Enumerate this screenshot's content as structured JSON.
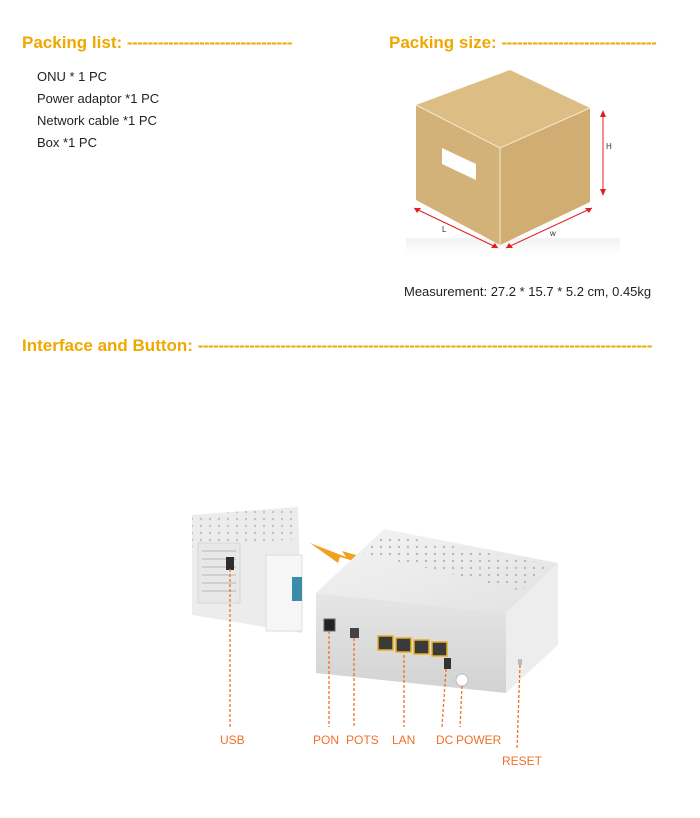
{
  "packing_list": {
    "title": "Packing list:",
    "dashes": "--------------------------------",
    "items": [
      "ONU * 1 PC",
      "Power adaptor *1 PC",
      "Network cable *1 PC",
      "Box *1 PC"
    ]
  },
  "packing_size": {
    "title": "Packing size:",
    "dashes": "------------------------------",
    "dims": {
      "l": "L",
      "w": "w",
      "h": "H"
    },
    "measurement": "Measurement: 27.2 * 15.7 * 5.2 cm, 0.45kg"
  },
  "interface": {
    "title": "Interface and Button:",
    "dashes": "----------------------------------------------------------------------------------------",
    "ports": {
      "usb": "USB",
      "pon": "PON",
      "pots": "POTS",
      "lan": "LAN",
      "dc": "DC",
      "power": "POWER",
      "reset": "RESET"
    }
  },
  "colors": {
    "heading": "#f0a800",
    "port_label": "#f07028",
    "box": "#d8b87c",
    "arrow": "#e02020"
  }
}
